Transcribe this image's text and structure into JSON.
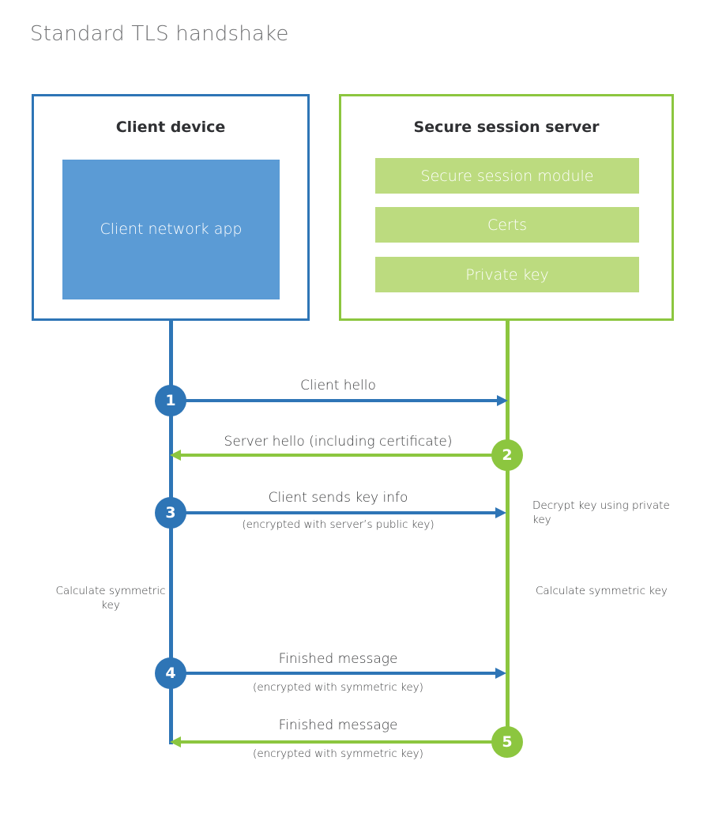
{
  "title": "Standard TLS handshake",
  "colors": {
    "client_accent": "#2e75b6",
    "client_fill": "#5b9bd5",
    "server_accent": "#8cc63f",
    "server_fill": "#bcdb7f",
    "title_text": "#6f7072",
    "body_text": "#3b3c3e",
    "background": "#ffffff"
  },
  "client": {
    "title": "Client device",
    "app_label": "Client network app"
  },
  "server": {
    "title": "Secure session server",
    "modules": [
      {
        "label": "Secure session module"
      },
      {
        "label": "Certs"
      },
      {
        "label": "Private key"
      }
    ]
  },
  "steps": [
    {
      "number": "1",
      "label": "Client hello",
      "sublabel": "",
      "direction": "client-to-server",
      "origin": "client"
    },
    {
      "number": "2",
      "label": "Server hello (including certificate)",
      "sublabel": "",
      "direction": "server-to-client",
      "origin": "server"
    },
    {
      "number": "3",
      "label": "Client sends key info",
      "sublabel": "(encrypted with server’s public key)",
      "direction": "client-to-server",
      "origin": "client"
    },
    {
      "number": "4",
      "label": "Finished message",
      "sublabel": "(encrypted with symmetric key)",
      "direction": "client-to-server",
      "origin": "client"
    },
    {
      "number": "5",
      "label": "Finished message",
      "sublabel": "(encrypted with symmetric key)",
      "direction": "server-to-client",
      "origin": "server"
    }
  ],
  "notes": {
    "decrypt": "Decrypt key using private key",
    "calculate_client": "Calculate symmetric key",
    "calculate_server": "Calculate symmetric key"
  }
}
